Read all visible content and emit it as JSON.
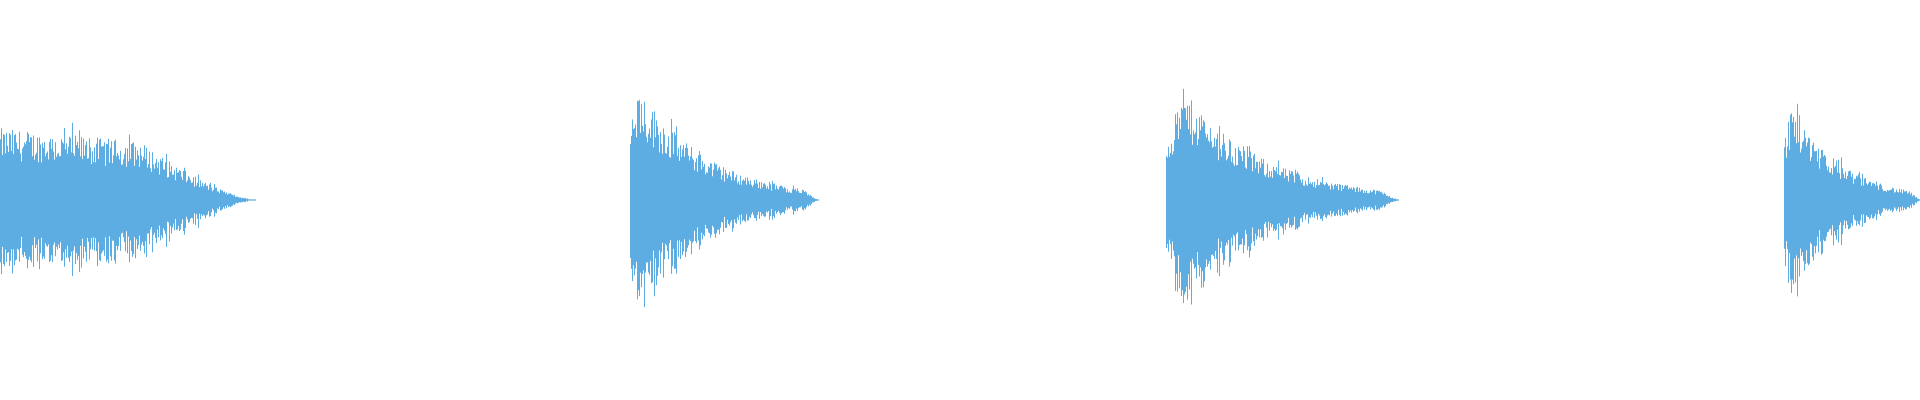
{
  "waveform": {
    "color": "#5dade2",
    "background": "#ffffff",
    "bursts": [
      {
        "name": "burst-1",
        "shape": "rounded-decay",
        "peak": 0.36,
        "attack": 0.18
      },
      {
        "name": "burst-2",
        "shape": "sharp-decay",
        "peak": 0.58,
        "attack": 0.04
      },
      {
        "name": "burst-3",
        "shape": "sharp-decay",
        "peak": 0.54,
        "attack": 0.08
      },
      {
        "name": "burst-4",
        "shape": "sharp-decay",
        "peak": 0.5,
        "attack": 0.05
      }
    ]
  }
}
